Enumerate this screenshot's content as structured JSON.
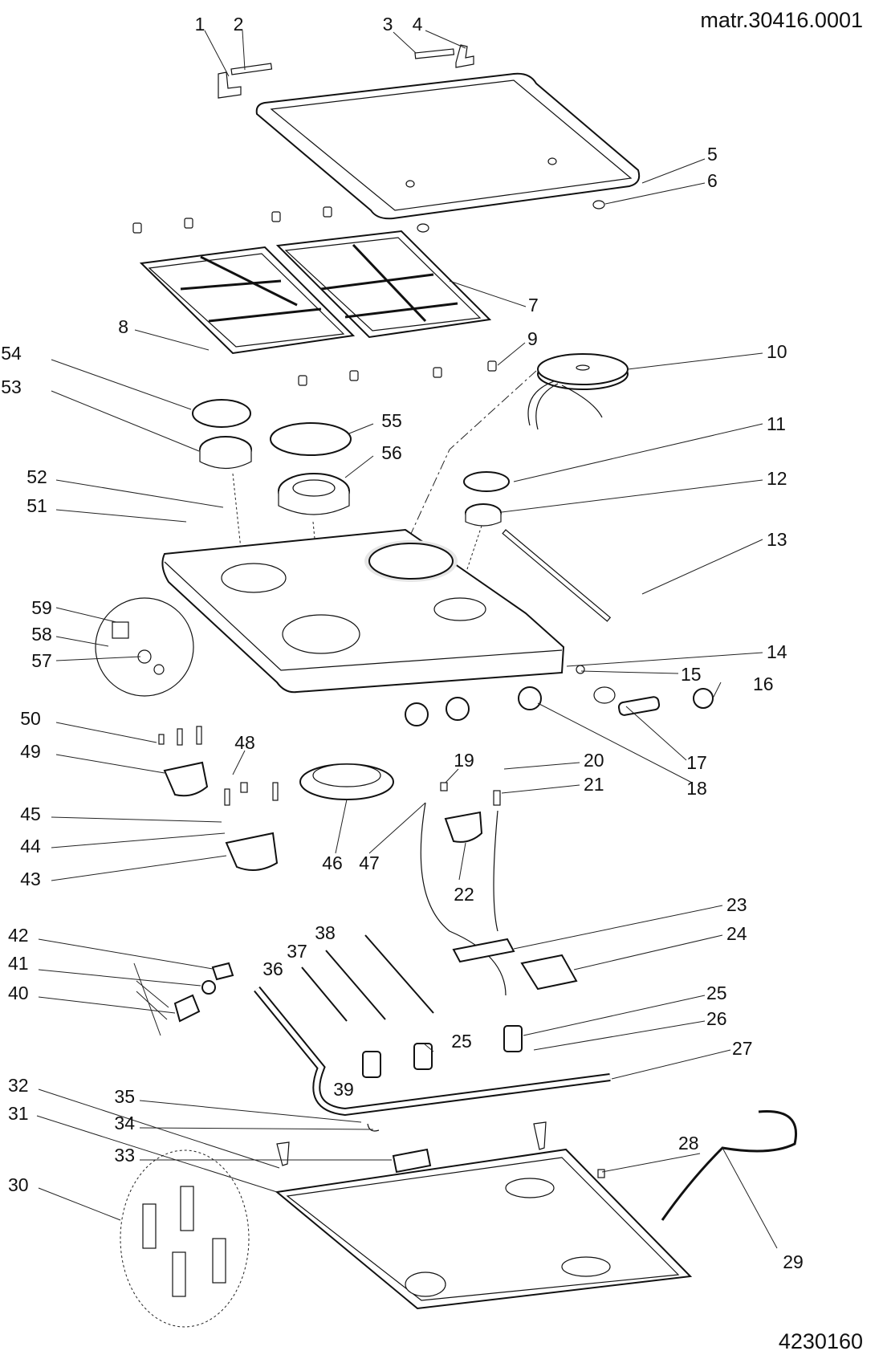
{
  "header": {
    "material_code": "matr.30416.0001",
    "drawing_number": "4230160"
  },
  "diagram_type": "exploded parts view - gas/electric hob",
  "callouts": [
    {
      "id": "1",
      "label": "1"
    },
    {
      "id": "2",
      "label": "2"
    },
    {
      "id": "3",
      "label": "3"
    },
    {
      "id": "4",
      "label": "4"
    },
    {
      "id": "5",
      "label": "5"
    },
    {
      "id": "6",
      "label": "6"
    },
    {
      "id": "7",
      "label": "7"
    },
    {
      "id": "8",
      "label": "8"
    },
    {
      "id": "9",
      "label": "9"
    },
    {
      "id": "10",
      "label": "10"
    },
    {
      "id": "11",
      "label": "11"
    },
    {
      "id": "12",
      "label": "12"
    },
    {
      "id": "13",
      "label": "13"
    },
    {
      "id": "14",
      "label": "14"
    },
    {
      "id": "15",
      "label": "15"
    },
    {
      "id": "16",
      "label": "16"
    },
    {
      "id": "17",
      "label": "17"
    },
    {
      "id": "18",
      "label": "18"
    },
    {
      "id": "19",
      "label": "19"
    },
    {
      "id": "20",
      "label": "20"
    },
    {
      "id": "21",
      "label": "21"
    },
    {
      "id": "22",
      "label": "22"
    },
    {
      "id": "23",
      "label": "23"
    },
    {
      "id": "24",
      "label": "24"
    },
    {
      "id": "25a",
      "label": "25"
    },
    {
      "id": "25b",
      "label": "25"
    },
    {
      "id": "26",
      "label": "26"
    },
    {
      "id": "27",
      "label": "27"
    },
    {
      "id": "28",
      "label": "28"
    },
    {
      "id": "29",
      "label": "29"
    },
    {
      "id": "30",
      "label": "30"
    },
    {
      "id": "31",
      "label": "31"
    },
    {
      "id": "32",
      "label": "32"
    },
    {
      "id": "33",
      "label": "33"
    },
    {
      "id": "34",
      "label": "34"
    },
    {
      "id": "35",
      "label": "35"
    },
    {
      "id": "36",
      "label": "36"
    },
    {
      "id": "37",
      "label": "37"
    },
    {
      "id": "38",
      "label": "38"
    },
    {
      "id": "39",
      "label": "39"
    },
    {
      "id": "40",
      "label": "40"
    },
    {
      "id": "41",
      "label": "41"
    },
    {
      "id": "42",
      "label": "42"
    },
    {
      "id": "43",
      "label": "43"
    },
    {
      "id": "44",
      "label": "44"
    },
    {
      "id": "45",
      "label": "45"
    },
    {
      "id": "46",
      "label": "46"
    },
    {
      "id": "47",
      "label": "47"
    },
    {
      "id": "48",
      "label": "48"
    },
    {
      "id": "49",
      "label": "49"
    },
    {
      "id": "50",
      "label": "50"
    },
    {
      "id": "51",
      "label": "51"
    },
    {
      "id": "52",
      "label": "52"
    },
    {
      "id": "53",
      "label": "53"
    },
    {
      "id": "54",
      "label": "54"
    },
    {
      "id": "55",
      "label": "55"
    },
    {
      "id": "56",
      "label": "56"
    },
    {
      "id": "57",
      "label": "57"
    },
    {
      "id": "58",
      "label": "58"
    },
    {
      "id": "59",
      "label": "59"
    }
  ],
  "parts": {
    "glass_lid": "5",
    "pan_supports": [
      "7",
      "8"
    ],
    "hotplate": "10",
    "worktop": "14",
    "knobs": [
      "16",
      "18"
    ],
    "gas_taps": [
      "25",
      "39"
    ],
    "gas_ramp": "27",
    "power_cable": "29",
    "bottom_tray": "31"
  }
}
